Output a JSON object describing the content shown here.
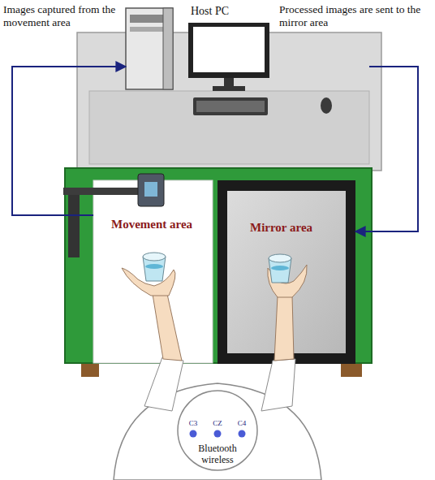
{
  "diagram": {
    "nodes": [
      {
        "text": [
          "Host PC"
        ]
      },
      {
        "text": [
          "Movement area"
        ]
      },
      {
        "text": [
          "Mirror area"
        ]
      }
    ],
    "edges": [
      {
        "from": 1,
        "to": 0,
        "arrow": "to",
        "label": "Images captured from the movement area"
      },
      {
        "from": 0,
        "to": 2,
        "arrow": "to",
        "label": "Processed images are sent to the mirror area"
      }
    ],
    "labels": [
      "C3",
      "CZ",
      "C4",
      "Bluetooth wireless"
    ]
  }
}
